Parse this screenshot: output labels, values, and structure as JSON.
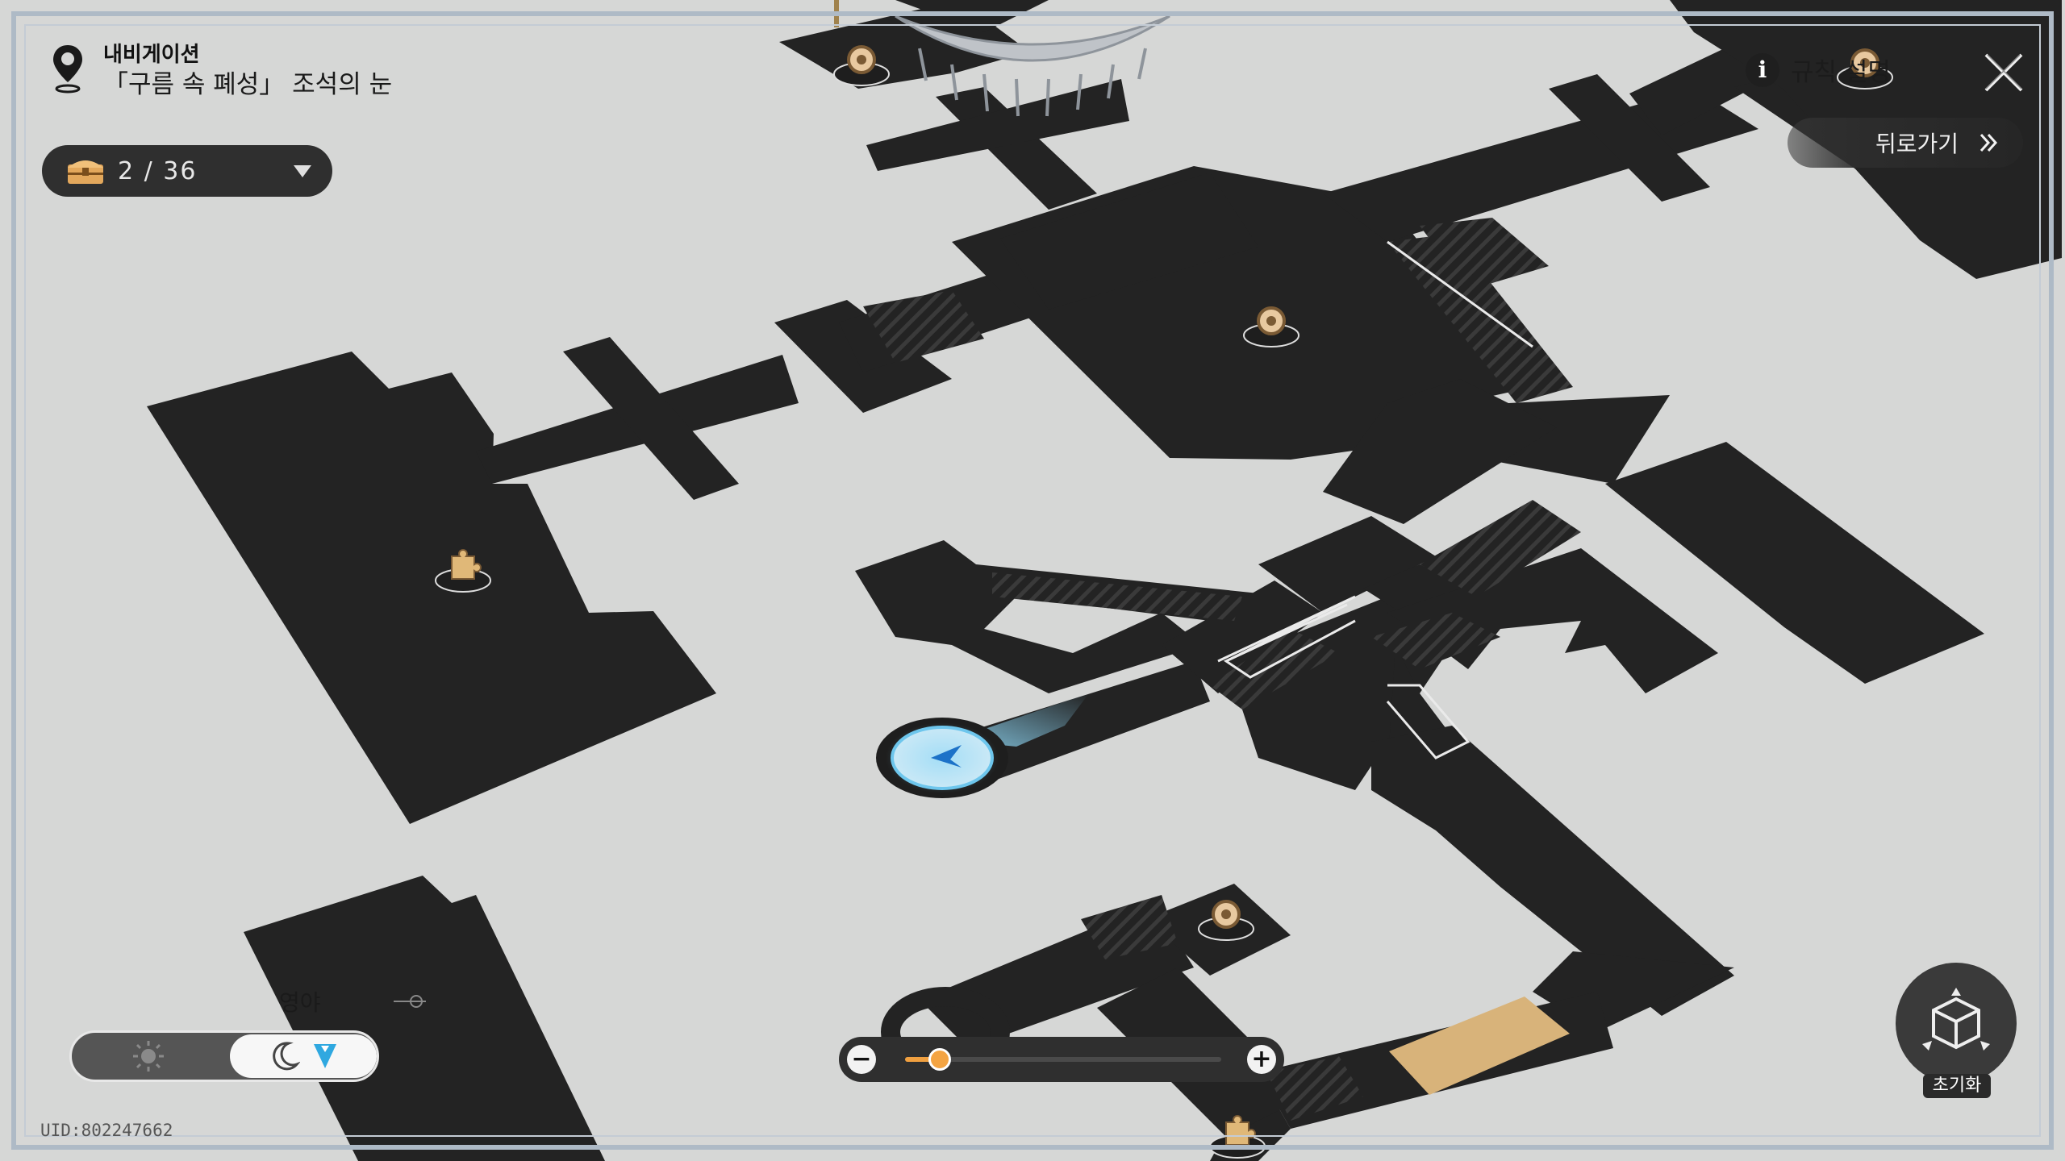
{
  "navigation": {
    "label": "내비게이션",
    "location": "「구름 속 폐성」 조석의 눈"
  },
  "chest_counter": {
    "count": "2 / 36",
    "icon": "chest-icon"
  },
  "header": {
    "rules_label": "규칙 설명",
    "back_label": "뒤로가기"
  },
  "day_night": {
    "label": "영야",
    "selected": "night"
  },
  "zoom": {
    "level": 0.11
  },
  "reset": {
    "label": "초기화"
  },
  "uid": "UID:802247662",
  "colors": {
    "map_background": "#d6d7d6",
    "walkable": "#222222",
    "accent_orange": "#f4a442",
    "player_blue": "#4fb8e8",
    "highlight_tan": "#d8b37a"
  }
}
